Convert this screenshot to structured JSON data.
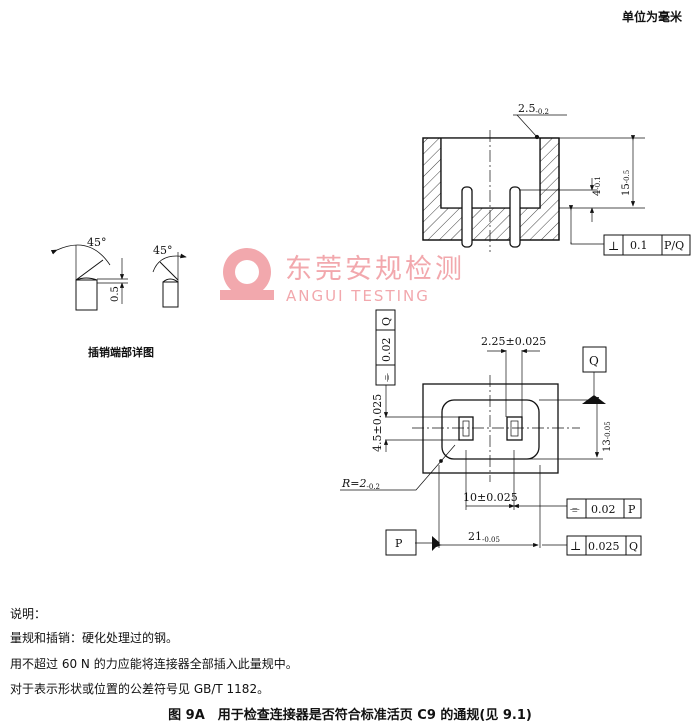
{
  "unit_label": "单位为毫米",
  "watermark": {
    "name_cn": "东莞安规检测",
    "name_en": "ANGUI TESTING",
    "color": "#f2a8ad"
  },
  "section_view": {
    "wall_dim": "2.5",
    "wall_tol_upper": "0",
    "wall_tol_lower": "-0.2",
    "pin_dim": "4",
    "pin_tol_upper": "0",
    "pin_tol_lower": "-0.1",
    "depth_dim": "15",
    "depth_tol_upper": "0",
    "depth_tol_lower": "-0.5",
    "frame": {
      "symbol": "⊥",
      "value": "0.1",
      "datum": "P/Q"
    }
  },
  "detail_view": {
    "angle_left": "45°",
    "angle_right": "45°",
    "height_dim": "0.5",
    "label": "插销端部详图"
  },
  "plan_view": {
    "slot_width": "2.25±0.025",
    "slot_length": "4.5±0.025",
    "pitch": "10±0.025",
    "radius": "R=2",
    "radius_tol_upper": "0",
    "radius_tol_lower": "-0.2",
    "height_dim": "13",
    "height_tol_upper": "0",
    "height_tol_lower": "-0.05",
    "width_dim": "21",
    "width_tol_upper": "0",
    "width_tol_lower": "-0.05",
    "datum_q": "Q",
    "datum_p": "P",
    "frame_vertical": {
      "symbol": "⌯",
      "value": "0.02",
      "datum": "Q"
    },
    "frame_sym_p": {
      "symbol": "⌯",
      "value": "0.02",
      "datum": "P"
    },
    "frame_perp_q": {
      "symbol": "⊥",
      "value": "0.025",
      "datum": "Q"
    }
  },
  "notes": {
    "title": "说明：",
    "lines": [
      "量规和插销：硬化处理过的钢。",
      "用不超过 60 N 的力应能将连接器全部插入此量规中。",
      "对于表示形状或位置的公差符号见 GB/T 1182。"
    ]
  },
  "caption": "图 9A　用于检查连接器是否符合标准活页 C9 的通规(见 9.1)"
}
